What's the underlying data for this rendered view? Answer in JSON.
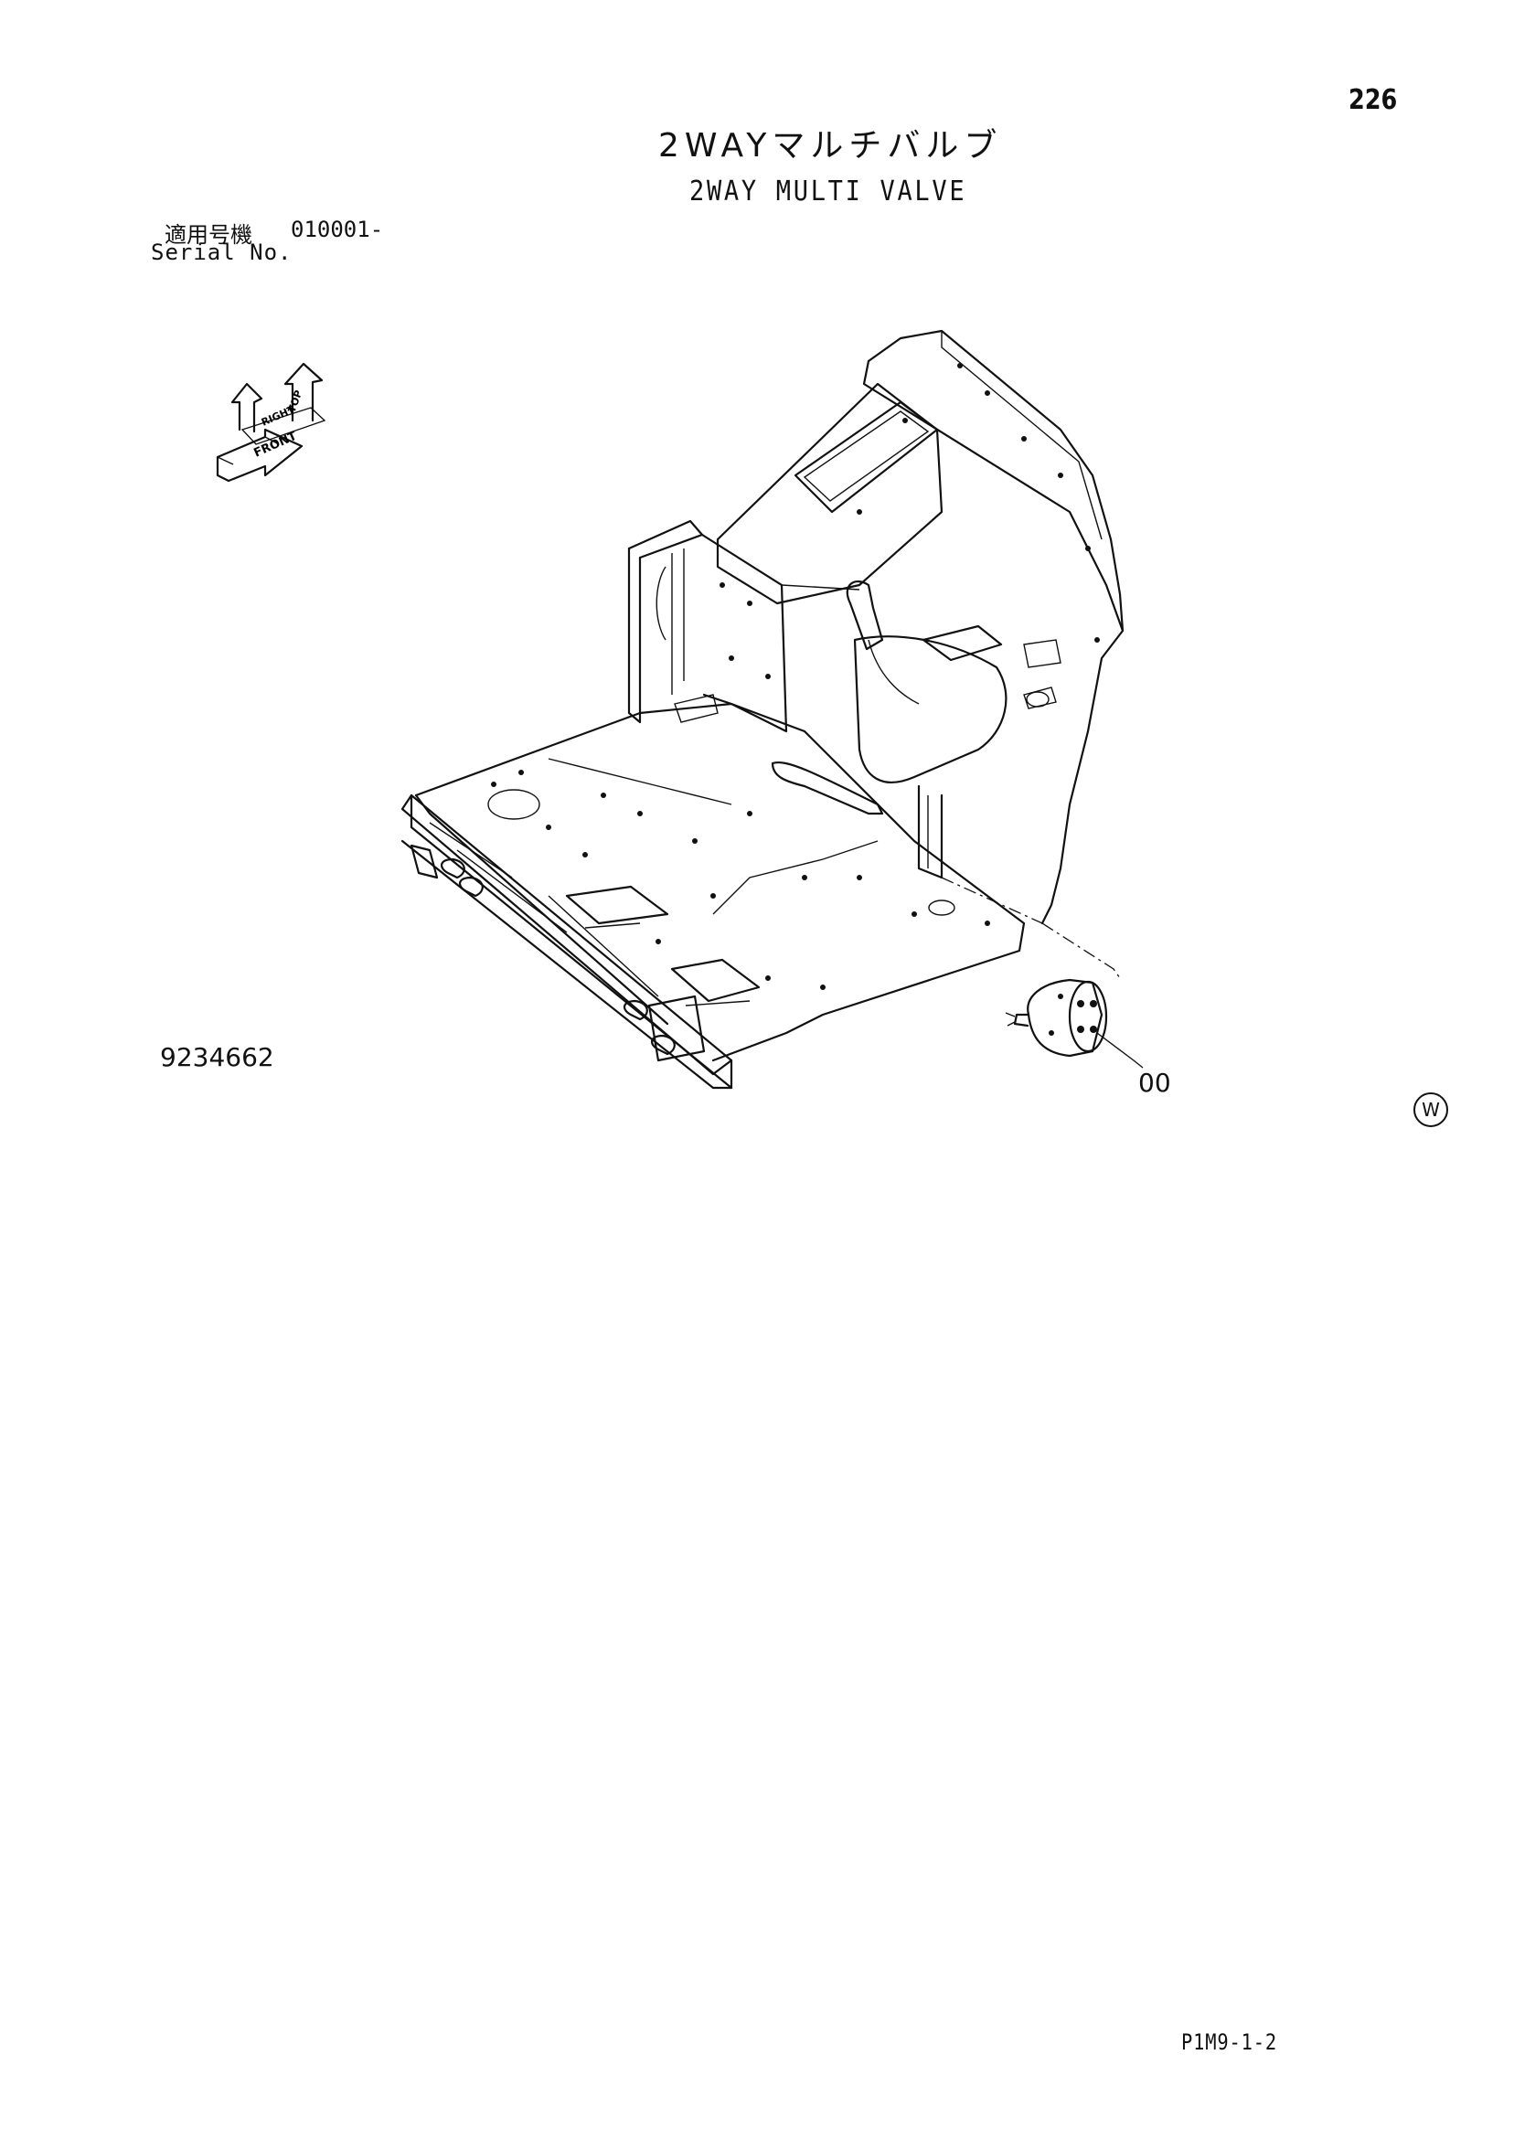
{
  "page_number": "226",
  "title_jp": "2WAYマルチバルブ",
  "title_en": "2WAY MULTI VALVE",
  "serial": {
    "label_jp": "適用号機",
    "label_en": "Serial No.",
    "value": "010001-"
  },
  "compass": {
    "front_label": "FRONT",
    "right_label": "RIGHT",
    "top_label": "TOP"
  },
  "drawing_number": "9234662",
  "callout": "00",
  "revision_mark": "W",
  "page_code": "P1M9-1-2"
}
